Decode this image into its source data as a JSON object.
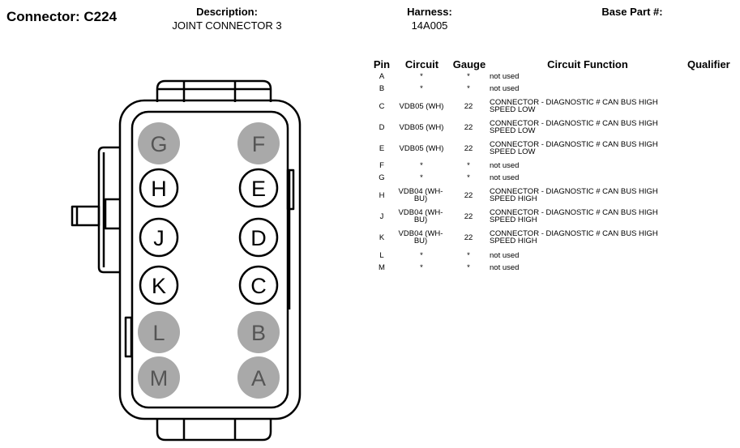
{
  "header": {
    "connector_title": "Connector: C224",
    "description_label": "Description:",
    "description_value": "JOINT CONNECTOR 3",
    "harness_label": "Harness:",
    "harness_value": "14A005",
    "base_part_label": "Base Part #:"
  },
  "table": {
    "headers": {
      "pin": "Pin",
      "circuit": "Circuit",
      "gauge": "Gauge",
      "circuit_function": "Circuit Function",
      "qualifier": "Qualifier"
    },
    "rows": [
      {
        "pin": "A",
        "circuit": "*",
        "gauge": "*",
        "function": "not used"
      },
      {
        "pin": "B",
        "circuit": "*",
        "gauge": "*",
        "function": "not used"
      },
      {
        "pin": "C",
        "circuit": "VDB05 (WH)",
        "gauge": "22",
        "function": "CONNECTOR - DIAGNOSTIC # CAN BUS HIGH SPEED LOW"
      },
      {
        "pin": "D",
        "circuit": "VDB05 (WH)",
        "gauge": "22",
        "function": "CONNECTOR - DIAGNOSTIC # CAN BUS HIGH SPEED LOW"
      },
      {
        "pin": "E",
        "circuit": "VDB05 (WH)",
        "gauge": "22",
        "function": "CONNECTOR - DIAGNOSTIC # CAN BUS HIGH SPEED LOW"
      },
      {
        "pin": "F",
        "circuit": "*",
        "gauge": "*",
        "function": "not used"
      },
      {
        "pin": "G",
        "circuit": "*",
        "gauge": "*",
        "function": "not used"
      },
      {
        "pin": "H",
        "circuit": "VDB04 (WH-BU)",
        "gauge": "22",
        "function": "CONNECTOR - DIAGNOSTIC # CAN BUS HIGH SPEED HIGH"
      },
      {
        "pin": "J",
        "circuit": "VDB04 (WH-BU)",
        "gauge": "22",
        "function": "CONNECTOR - DIAGNOSTIC # CAN BUS HIGH SPEED HIGH"
      },
      {
        "pin": "K",
        "circuit": "VDB04 (WH-BU)",
        "gauge": "22",
        "function": "CONNECTOR - DIAGNOSTIC # CAN BUS HIGH SPEED HIGH"
      },
      {
        "pin": "L",
        "circuit": "*",
        "gauge": "*",
        "function": "not used"
      },
      {
        "pin": "M",
        "circuit": "*",
        "gauge": "*",
        "function": "not used"
      }
    ]
  },
  "connector": {
    "pins": [
      {
        "label": "G",
        "used": false
      },
      {
        "label": "F",
        "used": false
      },
      {
        "label": "H",
        "used": true
      },
      {
        "label": "E",
        "used": true
      },
      {
        "label": "J",
        "used": true
      },
      {
        "label": "D",
        "used": true
      },
      {
        "label": "K",
        "used": true
      },
      {
        "label": "C",
        "used": true
      },
      {
        "label": "L",
        "used": false
      },
      {
        "label": "B",
        "used": false
      },
      {
        "label": "M",
        "used": false
      },
      {
        "label": "A",
        "used": false
      }
    ],
    "colors": {
      "unused_pin_fill": "#a9a9a9",
      "unused_pin_text": "#555555",
      "active_pin_stroke": "#000000"
    }
  }
}
